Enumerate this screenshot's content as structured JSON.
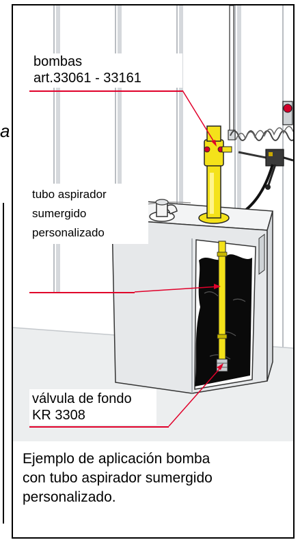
{
  "stray_glyph": "a",
  "labels": {
    "pump_line1": "bombas",
    "pump_line2": "art.33061 - 33161",
    "tube_line1": "tubo aspirador",
    "tube_line2": "sumergido",
    "tube_line3": "personalizado",
    "valve_line1": "válvula de fondo",
    "valve_line2": "KR 3308"
  },
  "caption": {
    "line1": "Ejemplo de aplicación bomba",
    "line2": "con tubo aspirador sumergido",
    "line3": "personalizado."
  },
  "colors": {
    "leader": "#e0002a",
    "pump_yellow": "#f4e21a",
    "liquid": "#0a0a0a",
    "tank_grey": "#e6e8ea"
  }
}
